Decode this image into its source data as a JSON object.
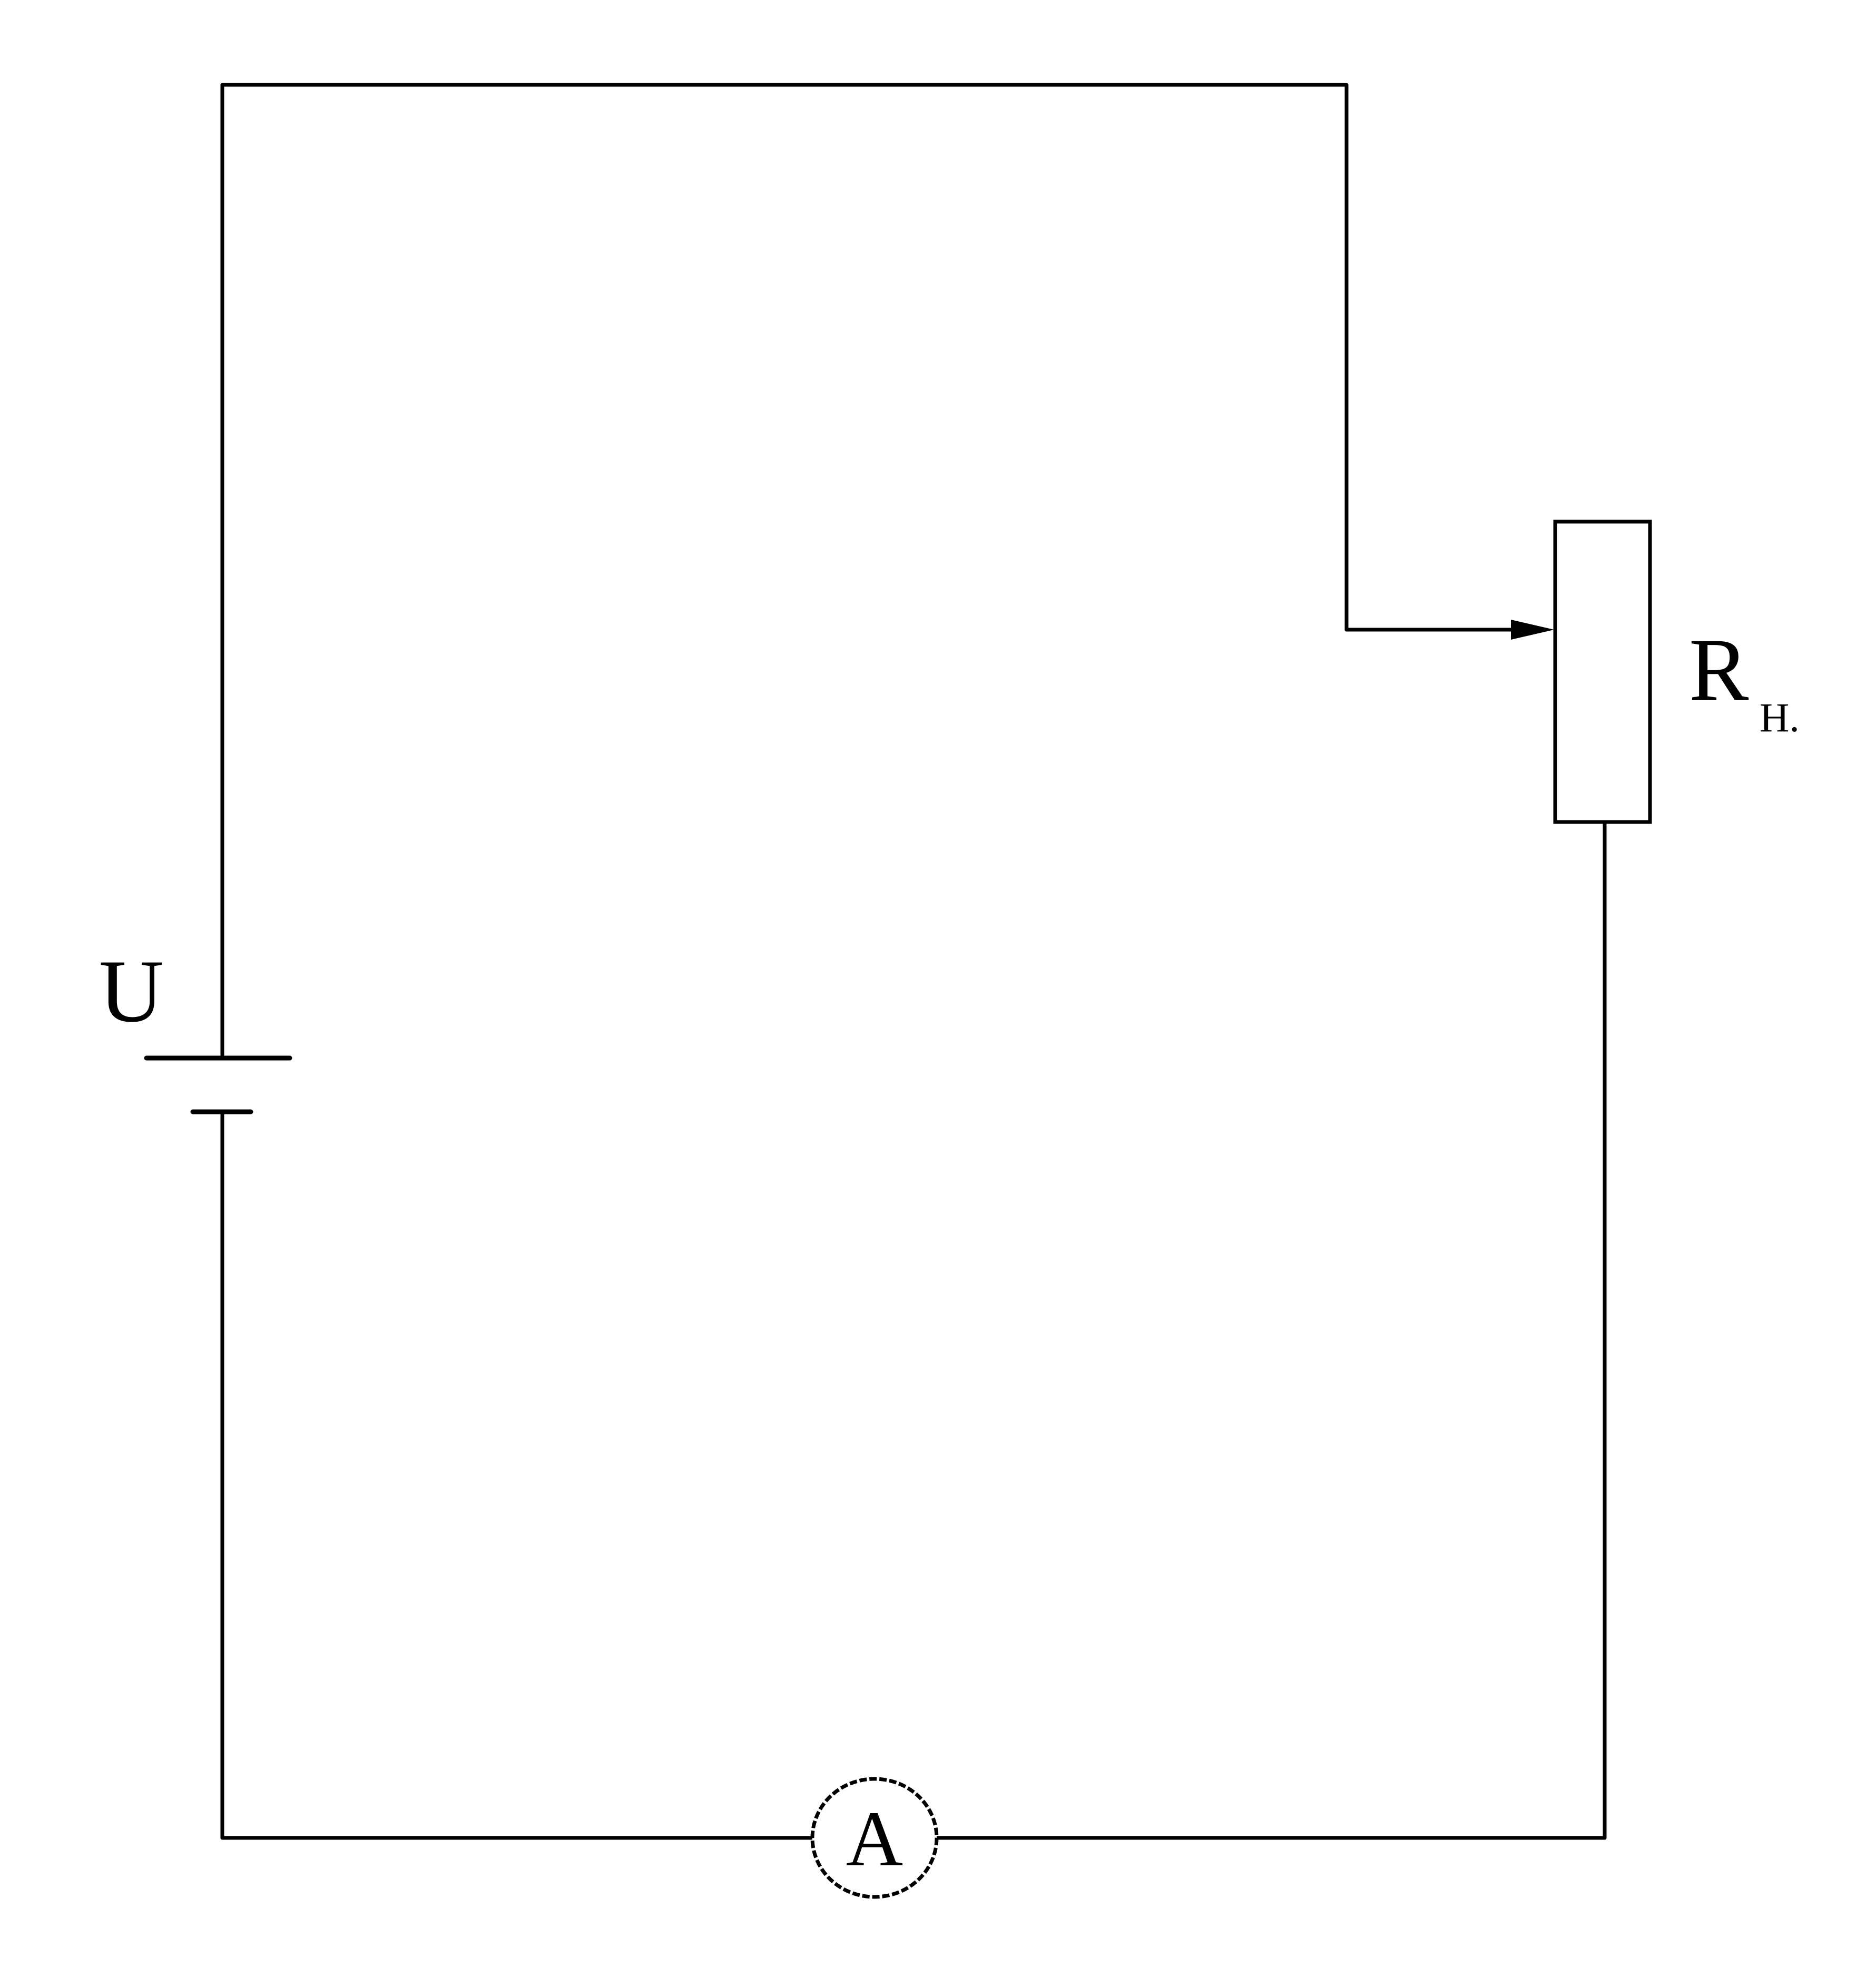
{
  "source": {
    "label": "U",
    "icon": "battery-cell-icon"
  },
  "load_resistor": {
    "label": "R",
    "subscript": "Н.",
    "icon": "rheostat-icon"
  },
  "ammeter": {
    "label": "A",
    "icon": "ammeter-icon"
  },
  "colors": {
    "line": "#000000",
    "background": "#ffffff"
  }
}
